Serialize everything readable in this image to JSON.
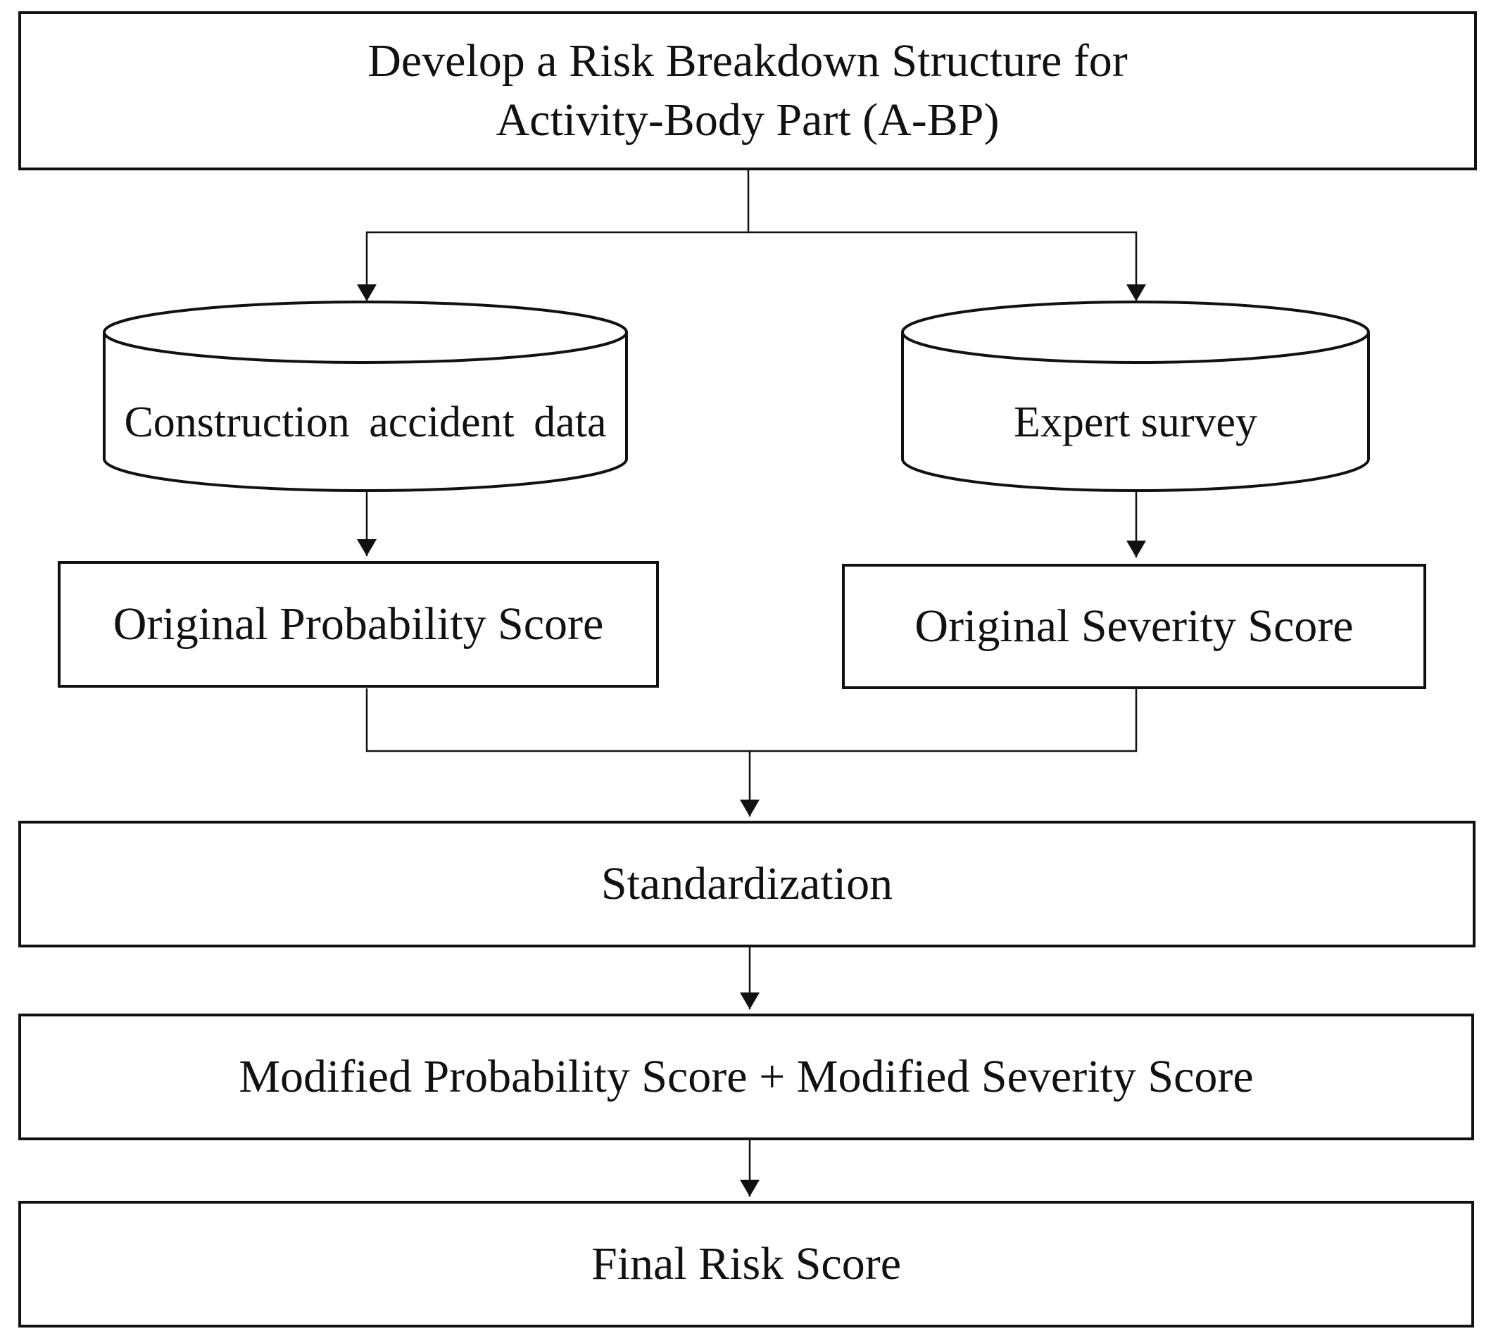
{
  "nodes": {
    "risk_breakdown": "Develop a Risk Breakdown Structure for\nActivity-Body Part (A-BP)",
    "construction_data": "Construction accident data",
    "expert_survey": "Expert survey",
    "original_probability": "Original Probability Score",
    "original_severity": "Original Severity Score",
    "standardization": "Standardization",
    "modified_scores": "Modified Probability Score + Modified Severity Score",
    "final_risk": "Final Risk Score"
  },
  "edges": [
    {
      "from": "risk_breakdown",
      "to": "construction_data"
    },
    {
      "from": "risk_breakdown",
      "to": "expert_survey"
    },
    {
      "from": "construction_data",
      "to": "original_probability"
    },
    {
      "from": "expert_survey",
      "to": "original_severity"
    },
    {
      "from": "original_probability",
      "to": "standardization"
    },
    {
      "from": "original_severity",
      "to": "standardization"
    },
    {
      "from": "standardization",
      "to": "modified_scores"
    },
    {
      "from": "modified_scores",
      "to": "final_risk"
    }
  ]
}
